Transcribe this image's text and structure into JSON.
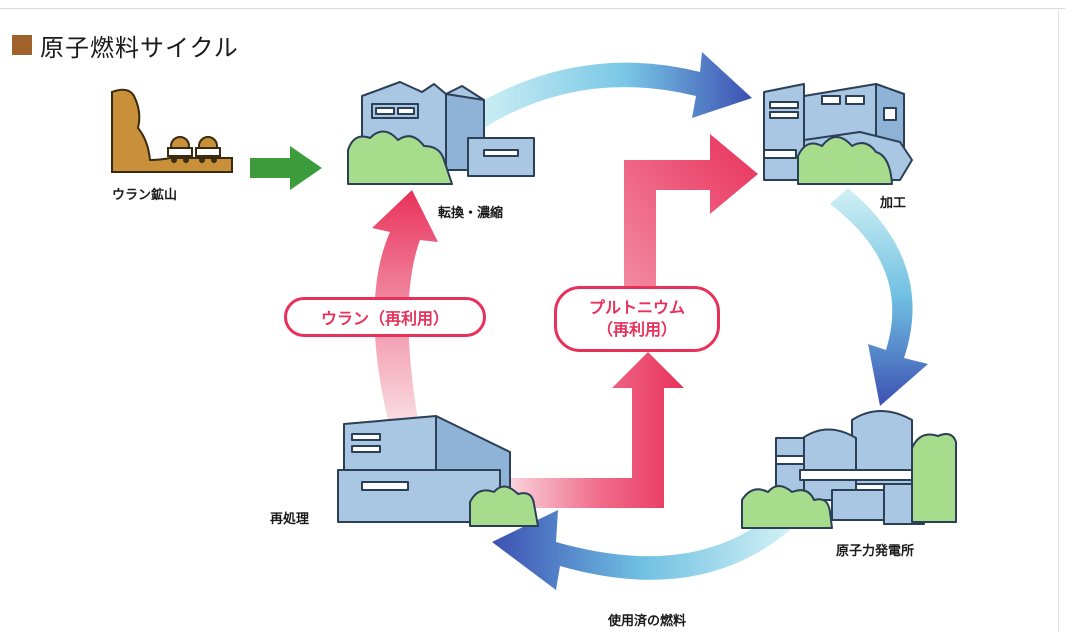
{
  "title": "原子燃料サイクル",
  "colors": {
    "title_marker": "#a0622b",
    "blue_arrow_light": "#cdeff4",
    "blue_arrow_dark": "#3a4fb0",
    "pink_arrow_light": "#f9d3dc",
    "pink_arrow_dark": "#e8315a",
    "green_arrow": "#3c9c3c",
    "building": "#a9c7e3",
    "building_outline": "#2b3f57",
    "bush": "#a6dc8c",
    "mine": "#c9903a"
  },
  "nodes": {
    "mine": "ウラン鉱山",
    "conversion": "転換・濃縮",
    "fabrication": "加工",
    "power_plant": "原子力発電所",
    "reprocessing": "再処理"
  },
  "flows": {
    "spent_fuel": "使用済の燃料",
    "uranium_reuse": "ウラン（再利用）",
    "plutonium_line1": "プルトニウム",
    "plutonium_line2": "（再利用）"
  }
}
